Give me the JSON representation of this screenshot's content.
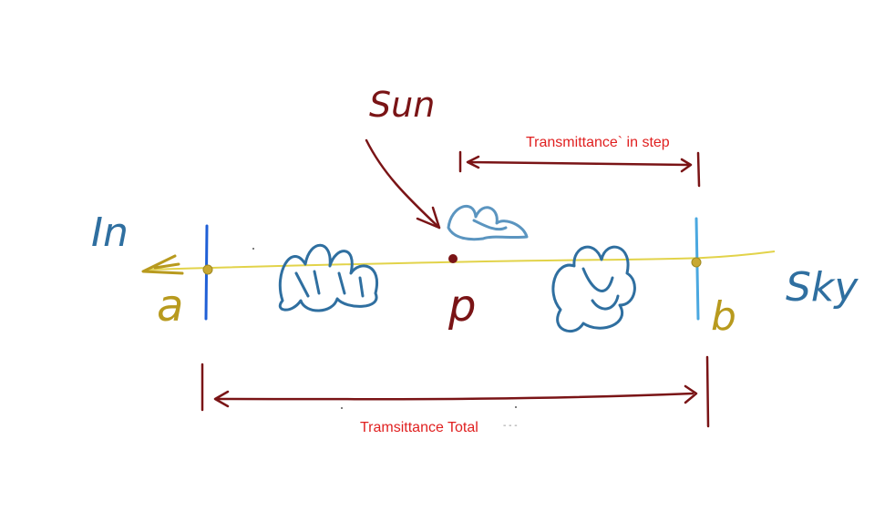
{
  "labels": {
    "in": "In",
    "sky": "Sky",
    "a": "a",
    "b": "b",
    "p": "p",
    "sun": "Sun",
    "transmittance_step": "Transmittance` in step",
    "transmittance_total": "Tramsittance Total"
  },
  "colors": {
    "ray": "#e2d34a",
    "cloud": "#2f6fa0",
    "marker_a": "#1f5fd6",
    "marker_b": "#4aa8e0",
    "point_a_b": "#c8a832",
    "text_blue": "#2f6fa0",
    "text_gold": "#b89a1e",
    "arrow_dark_red": "#7a1416",
    "text_red": "#e02020",
    "point_p": "#7a1416"
  },
  "icons": {
    "cloud": "cloud-scribble-icon",
    "sun": "sun-cloud-icon",
    "arrow": "pointer-arrow-icon"
  }
}
